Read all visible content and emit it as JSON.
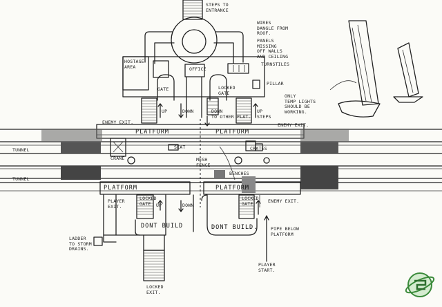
{
  "labels": {
    "steps_to_entrance": "STEPS TO\nENTRANCE",
    "wires": "WIRES\nDANGLE FROM\nROOF.",
    "panels": "PANELS\nMISSING\nOFF WALLS\nAND CEILING",
    "turnstiles": "TURNSTILES",
    "pillar": "PILLAR",
    "only_temp_lights": "ONLY\nTEMP LIGHTS\nSHOULD BE\nWORKING.",
    "hostage_area": "HOSTAGE\nAREA",
    "office": "OFFICE",
    "locked_gate_top": "LOCKED\nGATE",
    "gate": "GATE",
    "up_left": "UP",
    "down_left": "DOWN",
    "down_other_plat": "DOWN\nTO OTHER PLAT.",
    "up_steps": "UP\nSTEPS",
    "enemy_exit_left": "ENEMY EXIT.",
    "enemy_exit_right": "ENEMY EXIT.",
    "platform_top_1": "PLATFORM",
    "platform_top_2": "PLATFORM",
    "tunnel_top": "TUNNEL",
    "crane": "CRANE",
    "seat": "SEAT",
    "crates": "CRATES",
    "mesh_fence": "MESH\nFENCE",
    "tunnel_bottom": "TUNNEL",
    "platform_bottom_1": "PLATFORM",
    "platform_bottom_2": "PLATFORM",
    "benches": "BENCHES",
    "player_exit": "PLAYER\nEXIT.",
    "locked_gate_left": "LOCKED\nGATE",
    "locked_gate_right": "LOCKED\nGATE",
    "up_bottom": "UP",
    "down_bottom": "DOWN",
    "enemy_exit_bottom": "ENEMY EXIT.",
    "dont_build_1": "DONT BUILD",
    "dont_build_2": "DONT BUILD.",
    "ladder": "LADDER\nTO STORM\nDRAINS.",
    "pipe_below": "PIPE BELOW\nPLATFORM",
    "player_start": "PLAYER\nSTART.",
    "locked_exit": "LOCKED\nEXIT."
  }
}
